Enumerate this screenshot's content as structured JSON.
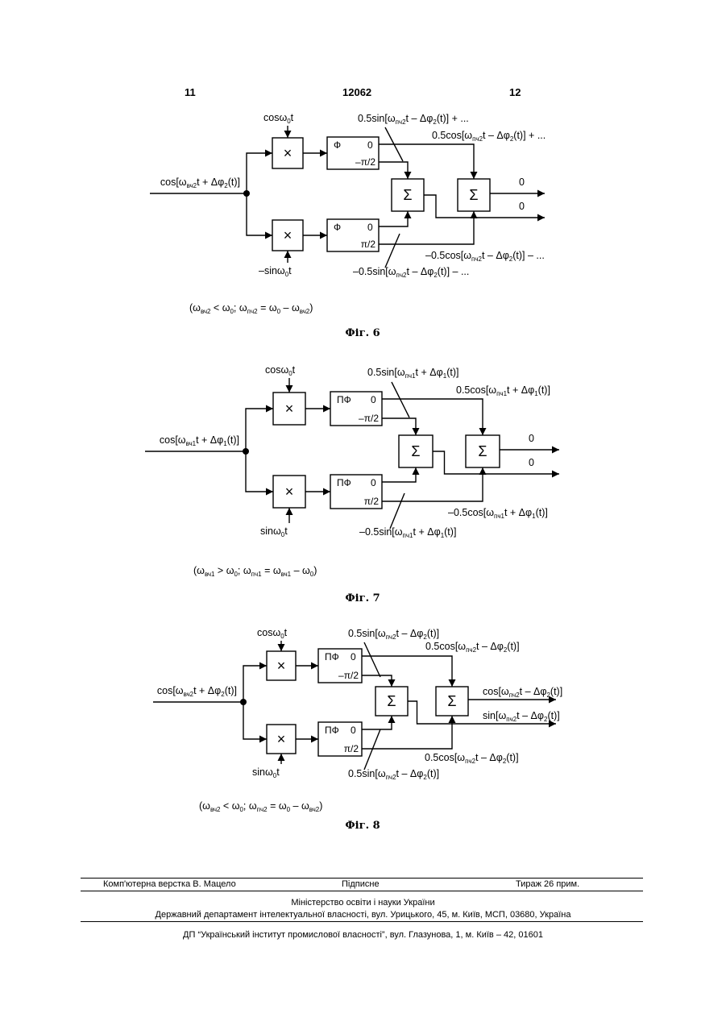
{
  "header": {
    "page_left": "11",
    "patent_number": "12062",
    "page_right": "12"
  },
  "fig6": {
    "input": [
      "cos[ω",
      "вч2",
      "t + Δφ",
      "2",
      "(t)]"
    ],
    "lo_top": [
      "cosω",
      "0",
      "t"
    ],
    "lo_bottom": [
      "–sinω",
      "0",
      "t"
    ],
    "filter_top": [
      "Ф",
      "0",
      "–π/2"
    ],
    "filter_bottom": [
      "Ф",
      "0",
      "π/2"
    ],
    "mult_symbol": "×",
    "sum_symbol": "Σ",
    "lbl_top_sin": [
      "0.5sin[ω",
      "пч2",
      "t – Δφ",
      "2",
      "(t)] + ..."
    ],
    "lbl_top_cos": [
      "0.5cos[ω",
      "пч2",
      "t – Δφ",
      "2",
      "(t)] + ..."
    ],
    "lbl_bot_cos": [
      "–0.5cos[ω",
      "пч2",
      "t – Δφ",
      "2",
      "(t)] – ..."
    ],
    "lbl_bot_sin": [
      "–0.5sin[ω",
      "пч2",
      "t – Δφ",
      "2",
      "(t)] – ..."
    ],
    "out1": "0",
    "out2": "0",
    "condition": [
      "(ω",
      "вч2",
      " < ω",
      "0",
      ";  ω",
      "пч2",
      " = ω",
      "0",
      " – ω",
      "вч2",
      ")"
    ],
    "caption": "Фіг. 6"
  },
  "fig7": {
    "input": [
      "cos[ω",
      "вч1",
      "t + Δφ",
      "1",
      "(t)]"
    ],
    "lo_top": [
      "cosω",
      "0",
      "t"
    ],
    "lo_bottom": [
      "sinω",
      "0",
      "t"
    ],
    "filter_top": [
      "ПФ",
      "0",
      "–π/2"
    ],
    "filter_bottom": [
      "ПФ",
      "0",
      "π/2"
    ],
    "mult_symbol": "×",
    "sum_symbol": "Σ",
    "lbl_top_sin": [
      "0.5sin[ω",
      "пч1",
      "t + Δφ",
      "1",
      "(t)]"
    ],
    "lbl_top_cos": [
      "0.5cos[ω",
      "пч1",
      "t + Δφ",
      "1",
      "(t)]"
    ],
    "lbl_bot_cos": [
      "–0.5cos[ω",
      "пч1",
      "t + Δφ",
      "1",
      "(t)]"
    ],
    "lbl_bot_sin": [
      "–0.5sin[ω",
      "пч1",
      "t + Δφ",
      "1",
      "(t)]"
    ],
    "out1": "0",
    "out2": "0",
    "condition": [
      "(ω",
      "вч1",
      " > ω",
      "0",
      ";  ω",
      "пч1",
      " = ω",
      "вч1",
      " – ω",
      "0",
      ")"
    ],
    "caption": "Фіг. 7"
  },
  "fig8": {
    "input": [
      "cos[ω",
      "вч2",
      "t + Δφ",
      "2",
      "(t)]"
    ],
    "lo_top": [
      "cosω",
      "0",
      "t"
    ],
    "lo_bottom": [
      "sinω",
      "0",
      "t"
    ],
    "filter_top": [
      "ПФ",
      "0",
      "–π/2"
    ],
    "filter_bottom": [
      "ПФ",
      "0",
      "π/2"
    ],
    "mult_symbol": "×",
    "sum_symbol": "Σ",
    "lbl_top_sin": [
      "0.5sin[ω",
      "пч2",
      "t – Δφ",
      "2",
      "(t)]"
    ],
    "lbl_top_cos": [
      "0.5cos[ω",
      "пч2",
      "t – Δφ",
      "2",
      "(t)]"
    ],
    "lbl_bot_cos": [
      "0.5cos[ω",
      "пч2",
      "t – Δφ",
      "2",
      "(t)]"
    ],
    "lbl_bot_sin": [
      "0.5sin[ω",
      "пч2",
      "t – Δφ",
      "2",
      "(t)]"
    ],
    "out1": [
      "cos[ω",
      "пч2",
      "t – Δφ",
      "2",
      "(t)]"
    ],
    "out2": [
      "sin[ω",
      "пч2",
      "t – Δφ",
      "2",
      "(t)]"
    ],
    "condition": [
      "(ω",
      "вч2",
      " < ω",
      "0",
      ";  ω",
      "пч2",
      " = ω",
      "0",
      " – ω",
      "вч2",
      ")"
    ],
    "caption": "Фіг. 8"
  },
  "footer": {
    "layout_credit": "Комп'ютерна верстка В. Мацело",
    "signed": "Підписне",
    "circulation": "Тираж 26 прим.",
    "ministry": "Міністерство освіти і науки України",
    "department": "Державний департамент інтелектуальної власності, вул. Урицького, 45, м. Київ, МСП, 03680, Україна",
    "institute": "ДП “Український інститут промислової власності”, вул. Глазунова, 1, м. Київ – 42, 01601"
  }
}
